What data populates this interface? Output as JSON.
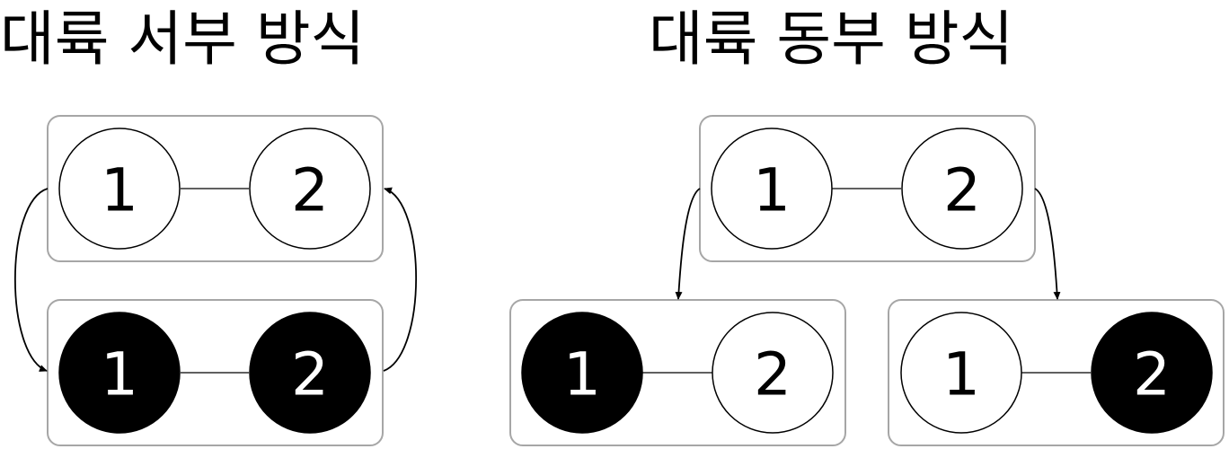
{
  "colors": {
    "background": "#ffffff",
    "box_border": "#a6a6a6",
    "node_filled": "#000000",
    "node_empty": "#ffffff",
    "line": "#000000"
  },
  "west": {
    "title": "대륙 서부 방식",
    "top_pair": {
      "node1": "1",
      "node2": "2"
    },
    "bottom_pair": {
      "node1": "1",
      "node2": "2"
    }
  },
  "east": {
    "title": "대륙 동부 방식",
    "top_pair": {
      "node1": "1",
      "node2": "2"
    },
    "bottom_left_pair": {
      "node1": "1",
      "node2": "2"
    },
    "bottom_right_pair": {
      "node1": "1",
      "node2": "2"
    }
  }
}
